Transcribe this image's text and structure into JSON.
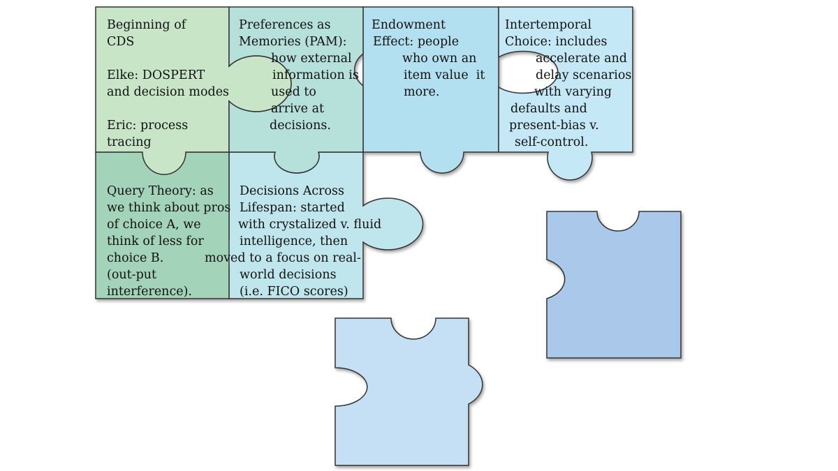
{
  "colors": {
    "piece_a": "#c9e5c8",
    "piece_b": "#b6e0da",
    "piece_c": "#b3e0f0",
    "piece_d": "#c5e8f7",
    "piece_e": "#a3d3b8",
    "piece_f": "#bfe6ec",
    "loose_1": "#aac9ea",
    "loose_2": "#c5e0f5",
    "outline": "#333333"
  },
  "pieces": {
    "beginning_cds": {
      "lines": [
        "Beginning of",
        "CDS",
        "",
        "Elke: DOSPERT",
        "and decision modes",
        "",
        "Eric: process",
        "tracing"
      ]
    },
    "pam": {
      "lines": [
        "Preferences as",
        "Memories (PAM):",
        "how external",
        "information is",
        "used to",
        "arrive at",
        "decisions."
      ]
    },
    "endowment": {
      "lines": [
        "Endowment",
        "Effect: people",
        "who own an",
        "item value  it",
        "more."
      ]
    },
    "intertemporal": {
      "lines": [
        "Intertemporal",
        "Choice: includes",
        "accelerate and",
        "delay scenarios",
        "with varying",
        "defaults and",
        "present-bias v.",
        "self-control."
      ]
    },
    "query_theory": {
      "lines": [
        "Query Theory: as",
        "we think about pros",
        "of choice A, we",
        "think of less for",
        "choice B.",
        "(out-put",
        "interference)."
      ]
    },
    "lifespan": {
      "lines": [
        "Decisions Across",
        "Lifespan: started",
        "with crystalized v. fluid",
        "intelligence, then",
        "moved to a focus on real-",
        "world decisions",
        "(i.e. FICO scores)"
      ]
    }
  }
}
